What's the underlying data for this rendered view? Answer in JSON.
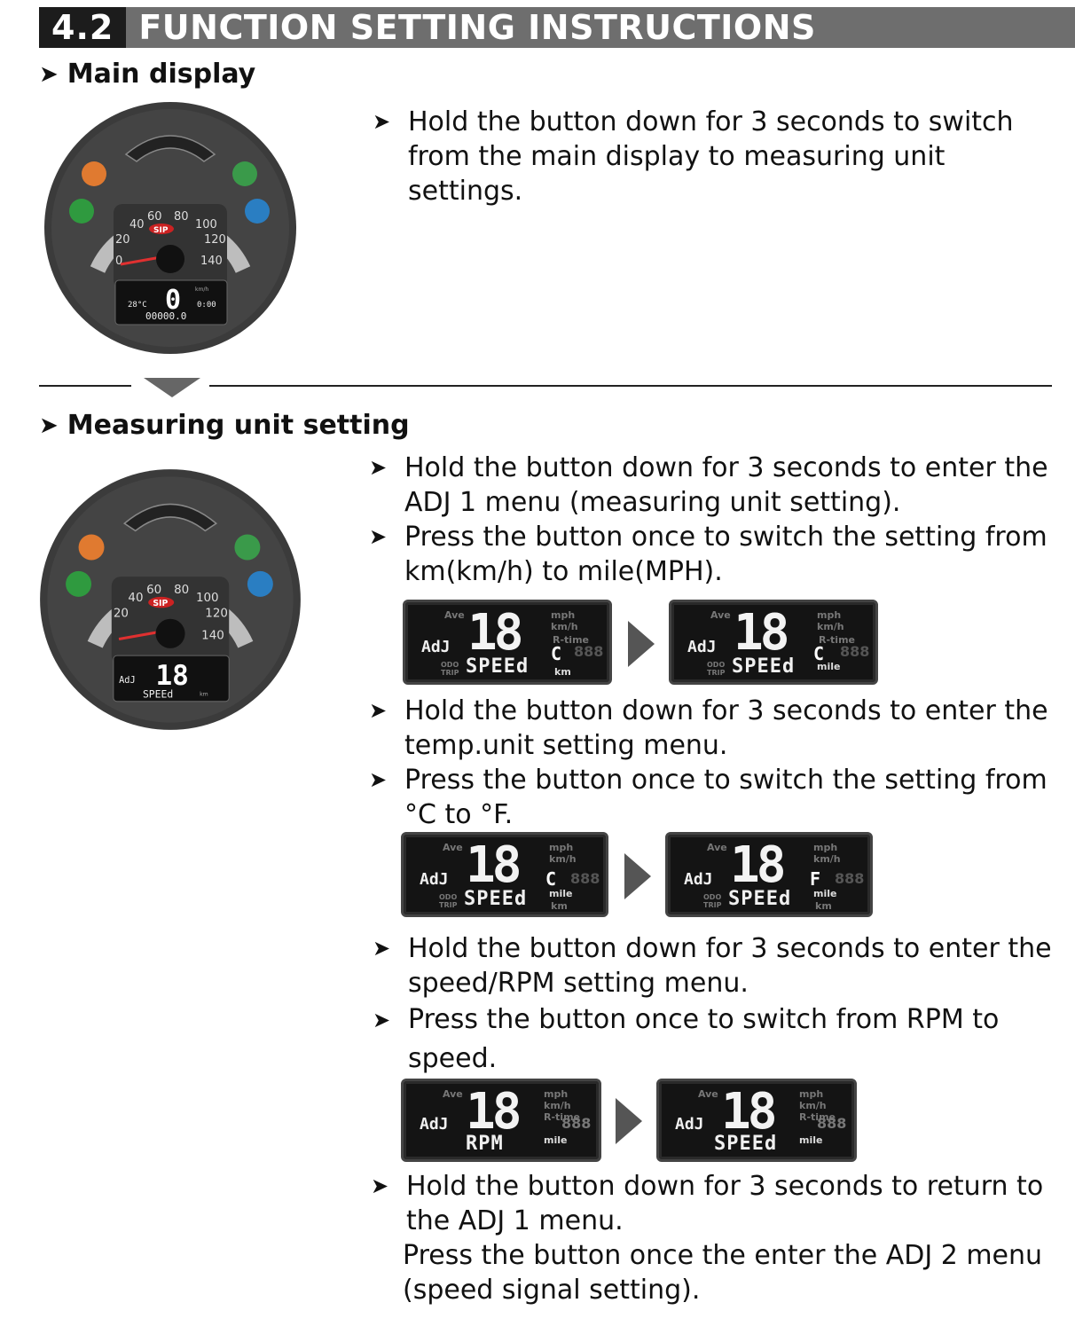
{
  "header": {
    "number": "4.2",
    "title": "FUNCTION SETTING INSTRUCTIONS"
  },
  "sections": {
    "main": "Main display",
    "measuring": "Measuring unit setting"
  },
  "instructions": {
    "main_1": "Hold the button down for 3 seconds to switch from the main display to measuring unit settings.",
    "adj1_hold": "Hold the button down for 3 seconds to enter the ADJ 1 menu (measuring unit setting).",
    "adj1_press": "Press the button once to switch the setting from km(km/h) to mile(MPH).",
    "temp_hold": "Hold the button down for 3 seconds to enter the temp.unit setting menu.",
    "temp_press": "Press the button once to switch the setting from °C to °F.",
    "speed_hold": "Hold the button down for 3 seconds to enter the speed/RPM setting menu.",
    "speed_press": "Press the button once to switch  from RPM to speed.",
    "return_hold": "Hold the button down for 3 seconds to return to the ADJ 1 menu.",
    "return_press": "Press the button once the enter the ADJ 2 menu (speed signal setting)."
  },
  "gauge": {
    "scale": [
      "20",
      "40",
      "60",
      "80",
      "100",
      "120",
      "140"
    ],
    "zero": "0",
    "brand": "SIP",
    "main_speed": "0",
    "main_temp": "28°C",
    "main_time": "0:00",
    "main_odo": "00000.0",
    "menu_digits": "18",
    "menu_adj": "AdJ",
    "menu_mode": "SPEEd",
    "unit_kmh": "km/h",
    "unit_km": "km"
  },
  "lcd": {
    "ave": "Ave",
    "mph_kmh": "mph km/h",
    "rtime": "R-time",
    "odo_trip": "ODO TRIP",
    "digits": "18",
    "adj": "AdJ",
    "speed": "SPEEd",
    "rpm": "RPM",
    "tail": "888",
    "unit_km": "km",
    "unit_mile": "mile",
    "val_c": "C",
    "val_c_deg": "C",
    "val_f": "F"
  }
}
